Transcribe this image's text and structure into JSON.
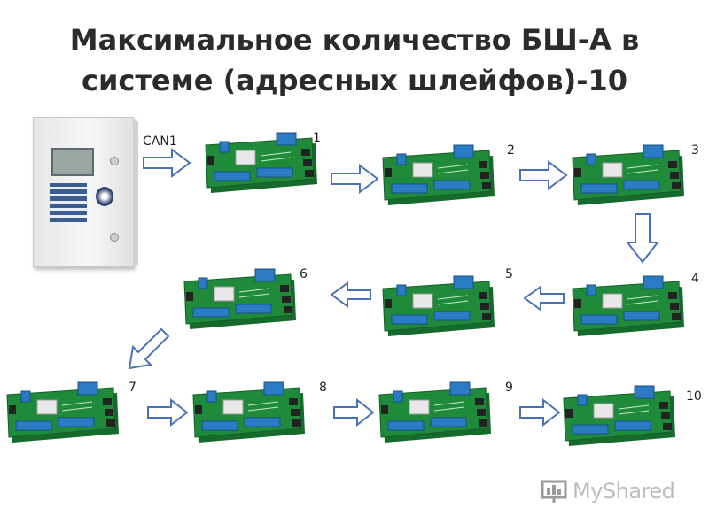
{
  "title": {
    "line1": "Максимальное количество БШ-А в",
    "line2": "системе (адресных шлейфов)-10"
  },
  "bus_label": "CAN1",
  "boards": [
    {
      "number": "1"
    },
    {
      "number": "2"
    },
    {
      "number": "3"
    },
    {
      "number": "4"
    },
    {
      "number": "5"
    },
    {
      "number": "6"
    },
    {
      "number": "7"
    },
    {
      "number": "8"
    },
    {
      "number": "9"
    },
    {
      "number": "10"
    }
  ],
  "logo": {
    "text": "MyShared"
  },
  "colors": {
    "arrow_stroke": "#4a72b8",
    "arrow_fill": "#ffffff",
    "pcb": "#1f8a3a",
    "terminal": "#2b7bc4"
  }
}
